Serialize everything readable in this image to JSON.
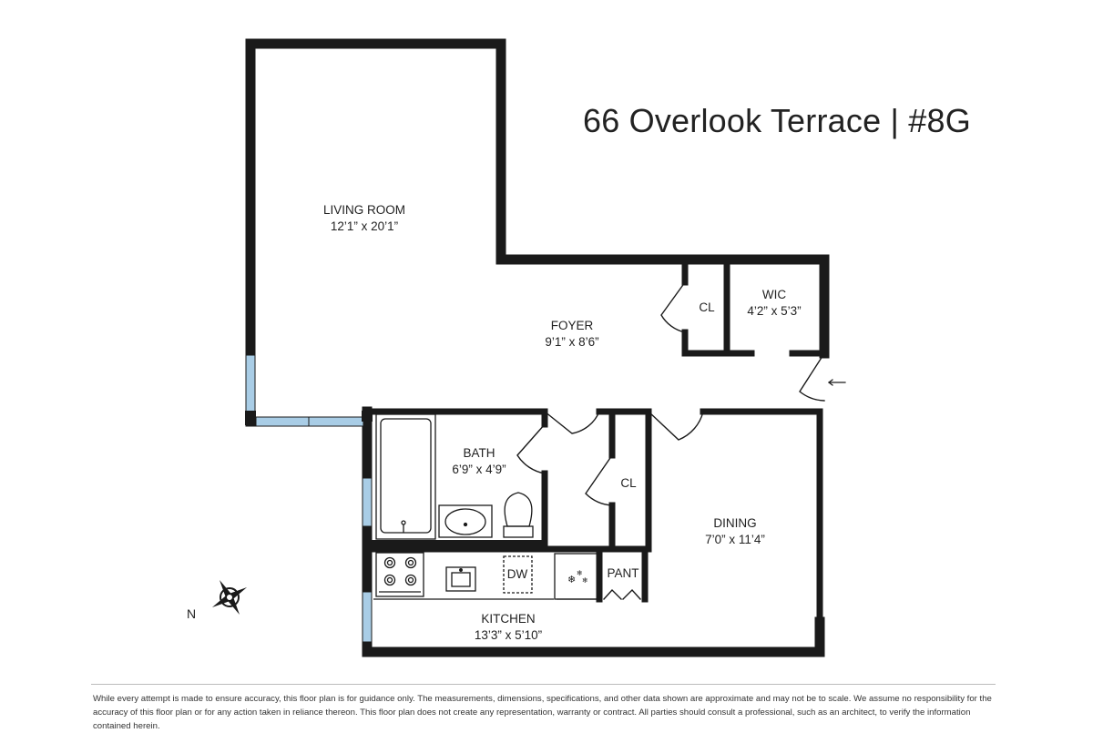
{
  "title": "66 Overlook Terrace | #8G",
  "rooms": {
    "living": {
      "name": "LIVING ROOM",
      "dims": "12’1” x 20’1”"
    },
    "foyer": {
      "name": "FOYER",
      "dims": "9’1” x 8’6”"
    },
    "cl_upper": {
      "name": "CL"
    },
    "wic": {
      "name": "WIC",
      "dims": "4’2” x 5’3”"
    },
    "bath": {
      "name": "BATH",
      "dims": "6’9” x 4’9”"
    },
    "cl_middle": {
      "name": "CL"
    },
    "dining": {
      "name": "DINING",
      "dims": "7’0” x 11’4”"
    },
    "kitchen": {
      "name": "KITCHEN",
      "dims": "13’3” x 5’10”"
    },
    "pantry": {
      "name": "PANT"
    }
  },
  "fixtures": {
    "dishwasher": "DW"
  },
  "compass": {
    "label": "N"
  },
  "disclaimer": "While every attempt is made to ensure accuracy, this floor plan is for guidance only. The measurements, dimensions, specifications, and other data shown are approximate and may not be to scale.  We assume no responsibility for the accuracy of this floor plan or for any action taken in reliance thereon. This floor plan does not create any representation, warranty or contract. All parties should consult a professional, such as an architect, to verify the information contained herein.",
  "colors": {
    "wall": "#1a1a1a",
    "window": "#a9cde6"
  }
}
